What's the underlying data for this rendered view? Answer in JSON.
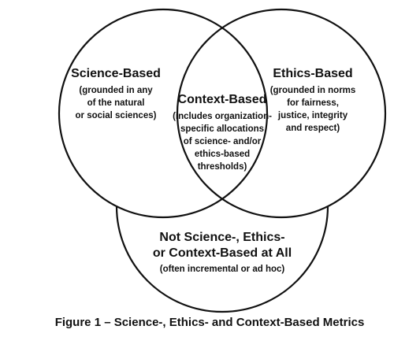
{
  "regions": {
    "science": {
      "title": "Science-Based",
      "lines": [
        "(grounded in any",
        "of the natural",
        "or social sciences)"
      ]
    },
    "context": {
      "title": "Context-Based",
      "lines": [
        "(includes organization-",
        "specific allocations",
        "of science- and/or",
        "ethics-based",
        "thresholds)"
      ]
    },
    "ethics": {
      "title": "Ethics-Based",
      "lines": [
        "(grounded in norms",
        "for fairness,",
        "justice, integrity",
        "and respect)"
      ]
    },
    "none": {
      "title_line1": "Not Science-, Ethics-",
      "title_line2": "or Context-Based at All",
      "lines": [
        "(often incremental or ad hoc)"
      ]
    }
  },
  "caption": "Figure 1 – Science-, Ethics- and Context-Based Metrics"
}
